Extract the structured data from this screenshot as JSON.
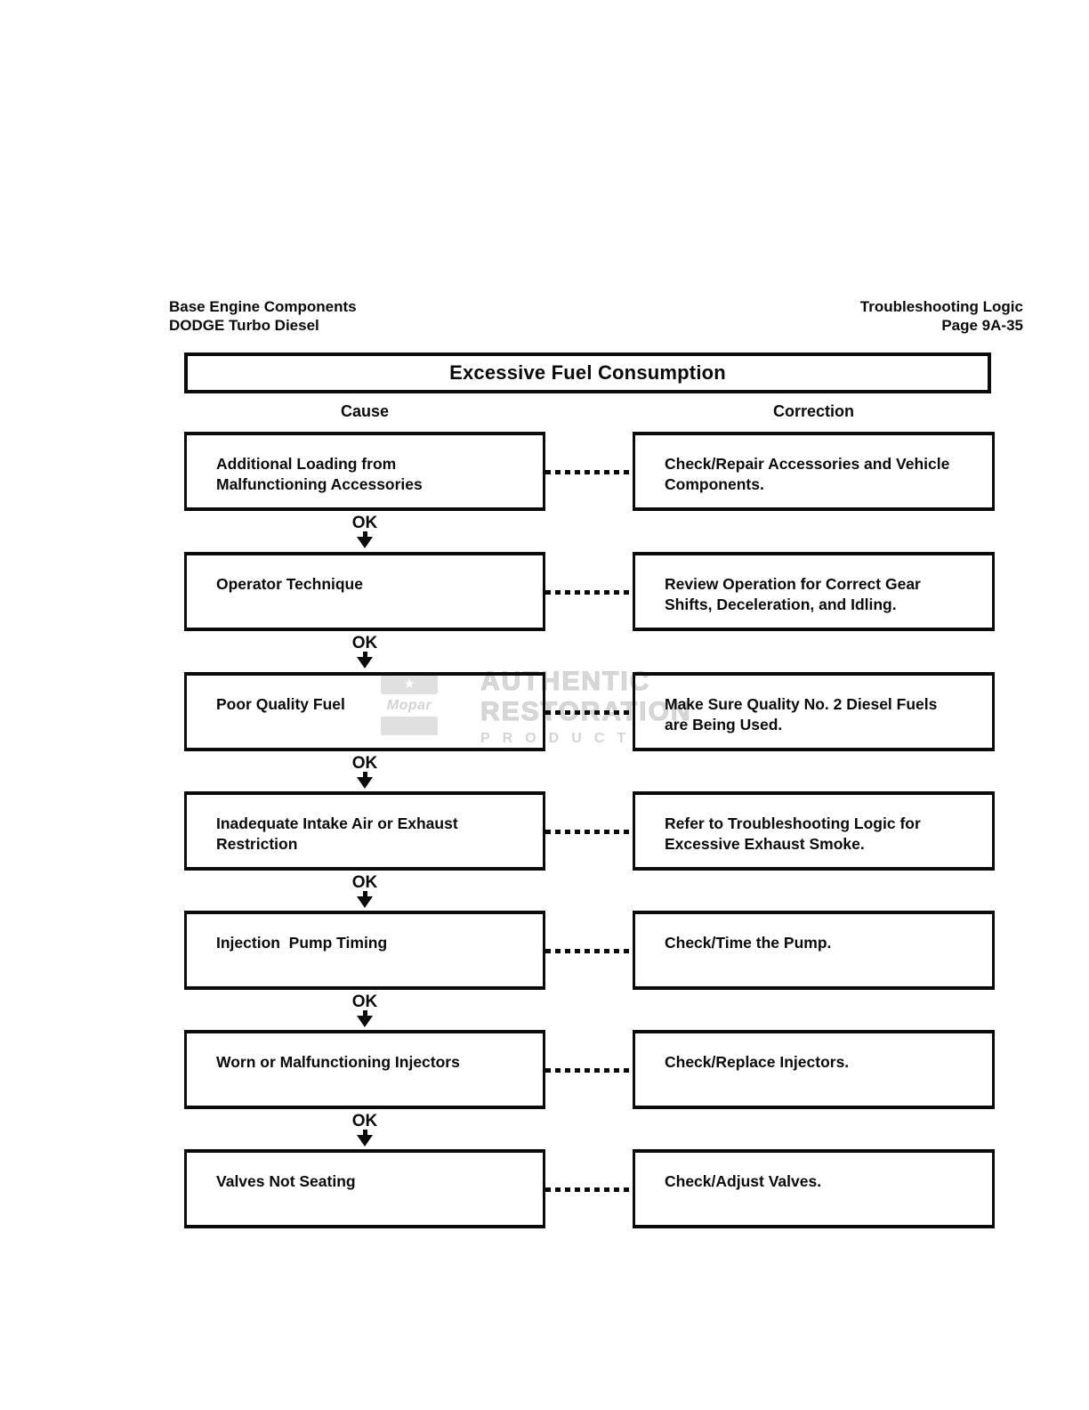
{
  "header": {
    "left_line1": "Base Engine Components",
    "left_line2": "DODGE Turbo Diesel",
    "right_line1": "Troubleshooting Logic",
    "right_line2": "Page 9A-35"
  },
  "title": "Excessive Fuel Consumption",
  "columns": {
    "cause": "Cause",
    "correction": "Correction"
  },
  "ok_label": "OK",
  "rows": [
    {
      "cause": "Additional Loading from Malfunctioning Accessories",
      "correction": "Check/Repair Accessories and Vehicle Components."
    },
    {
      "cause": "Operator Technique",
      "correction": "Review Operation for Correct Gear Shifts, Deceleration, and Idling."
    },
    {
      "cause": "Poor Quality Fuel",
      "correction": "Make Sure Quality No. 2 Diesel Fuels are Being Used."
    },
    {
      "cause": "Inadequate Intake Air or Exhaust Restriction",
      "correction": "Refer to Troubleshooting Logic for Excessive Exhaust Smoke."
    },
    {
      "cause": "Injection  Pump Timing",
      "correction": "Check/Time the Pump."
    },
    {
      "cause": "Worn or Malfunctioning Injectors",
      "correction": "Check/Replace Injectors."
    },
    {
      "cause": "Valves Not Seating",
      "correction": "Check/Adjust Valves."
    }
  ],
  "watermark": {
    "line1": "AUTHENTIC",
    "line2": "RESTORATION",
    "line3": "PRODUCT",
    "logo_text": "Mopar",
    "star_glyph": "★"
  },
  "colors": {
    "ink": "#0b0b0b",
    "paper": "#ffffff",
    "watermark_gray": "#d8d8d8"
  }
}
